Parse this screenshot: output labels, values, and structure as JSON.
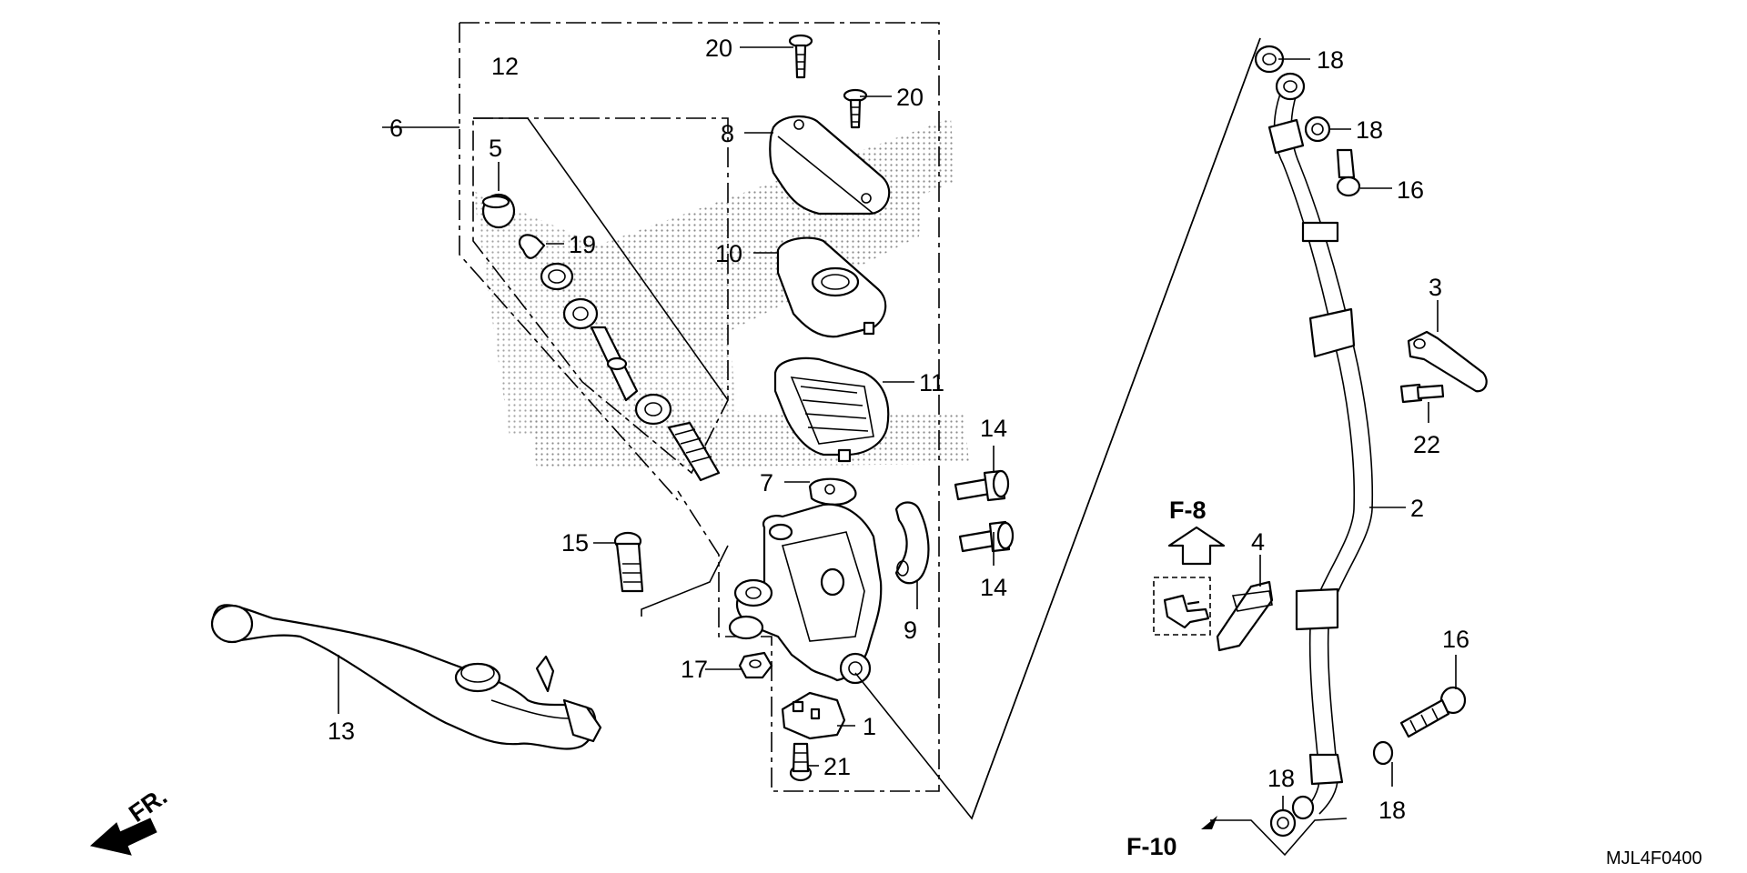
{
  "diagram_code": "MJL4F0400",
  "front_indicator": "FR.",
  "references": {
    "top": "F-8",
    "bottom": "F-10"
  },
  "callouts": [
    {
      "id": "c1",
      "label": "1"
    },
    {
      "id": "c2",
      "label": "2"
    },
    {
      "id": "c3",
      "label": "3"
    },
    {
      "id": "c4",
      "label": "4"
    },
    {
      "id": "c5",
      "label": "5"
    },
    {
      "id": "c6",
      "label": "6"
    },
    {
      "id": "c7",
      "label": "7"
    },
    {
      "id": "c8",
      "label": "8"
    },
    {
      "id": "c9",
      "label": "9"
    },
    {
      "id": "c10",
      "label": "10"
    },
    {
      "id": "c11",
      "label": "11"
    },
    {
      "id": "c12",
      "label": "12"
    },
    {
      "id": "c13",
      "label": "13"
    },
    {
      "id": "c14a",
      "label": "14"
    },
    {
      "id": "c14b",
      "label": "14"
    },
    {
      "id": "c15",
      "label": "15"
    },
    {
      "id": "c16a",
      "label": "16"
    },
    {
      "id": "c16b",
      "label": "16"
    },
    {
      "id": "c17",
      "label": "17"
    },
    {
      "id": "c18a",
      "label": "18"
    },
    {
      "id": "c18b",
      "label": "18"
    },
    {
      "id": "c18c",
      "label": "18"
    },
    {
      "id": "c18d",
      "label": "18"
    },
    {
      "id": "c19",
      "label": "19"
    },
    {
      "id": "c20a",
      "label": "20"
    },
    {
      "id": "c20b",
      "label": "20"
    },
    {
      "id": "c21",
      "label": "21"
    },
    {
      "id": "c22",
      "label": "22"
    }
  ]
}
